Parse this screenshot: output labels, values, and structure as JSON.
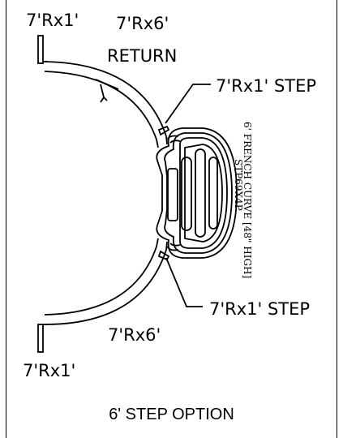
{
  "labels": {
    "top_end": "7'Rx1'",
    "top_middle_line1": "7'Rx6'",
    "top_middle_line2": "RETURN",
    "step_top": "7'Rx1' STEP",
    "step_bottom": "7'Rx1' STEP",
    "bottom_middle": "7'Rx6'",
    "bottom_end": "7'Rx1'",
    "model_name": "6' FRENCH CURVE [48\" HIGH]",
    "model_code": "STP69X4P"
  },
  "caption": "6' STEP OPTION"
}
